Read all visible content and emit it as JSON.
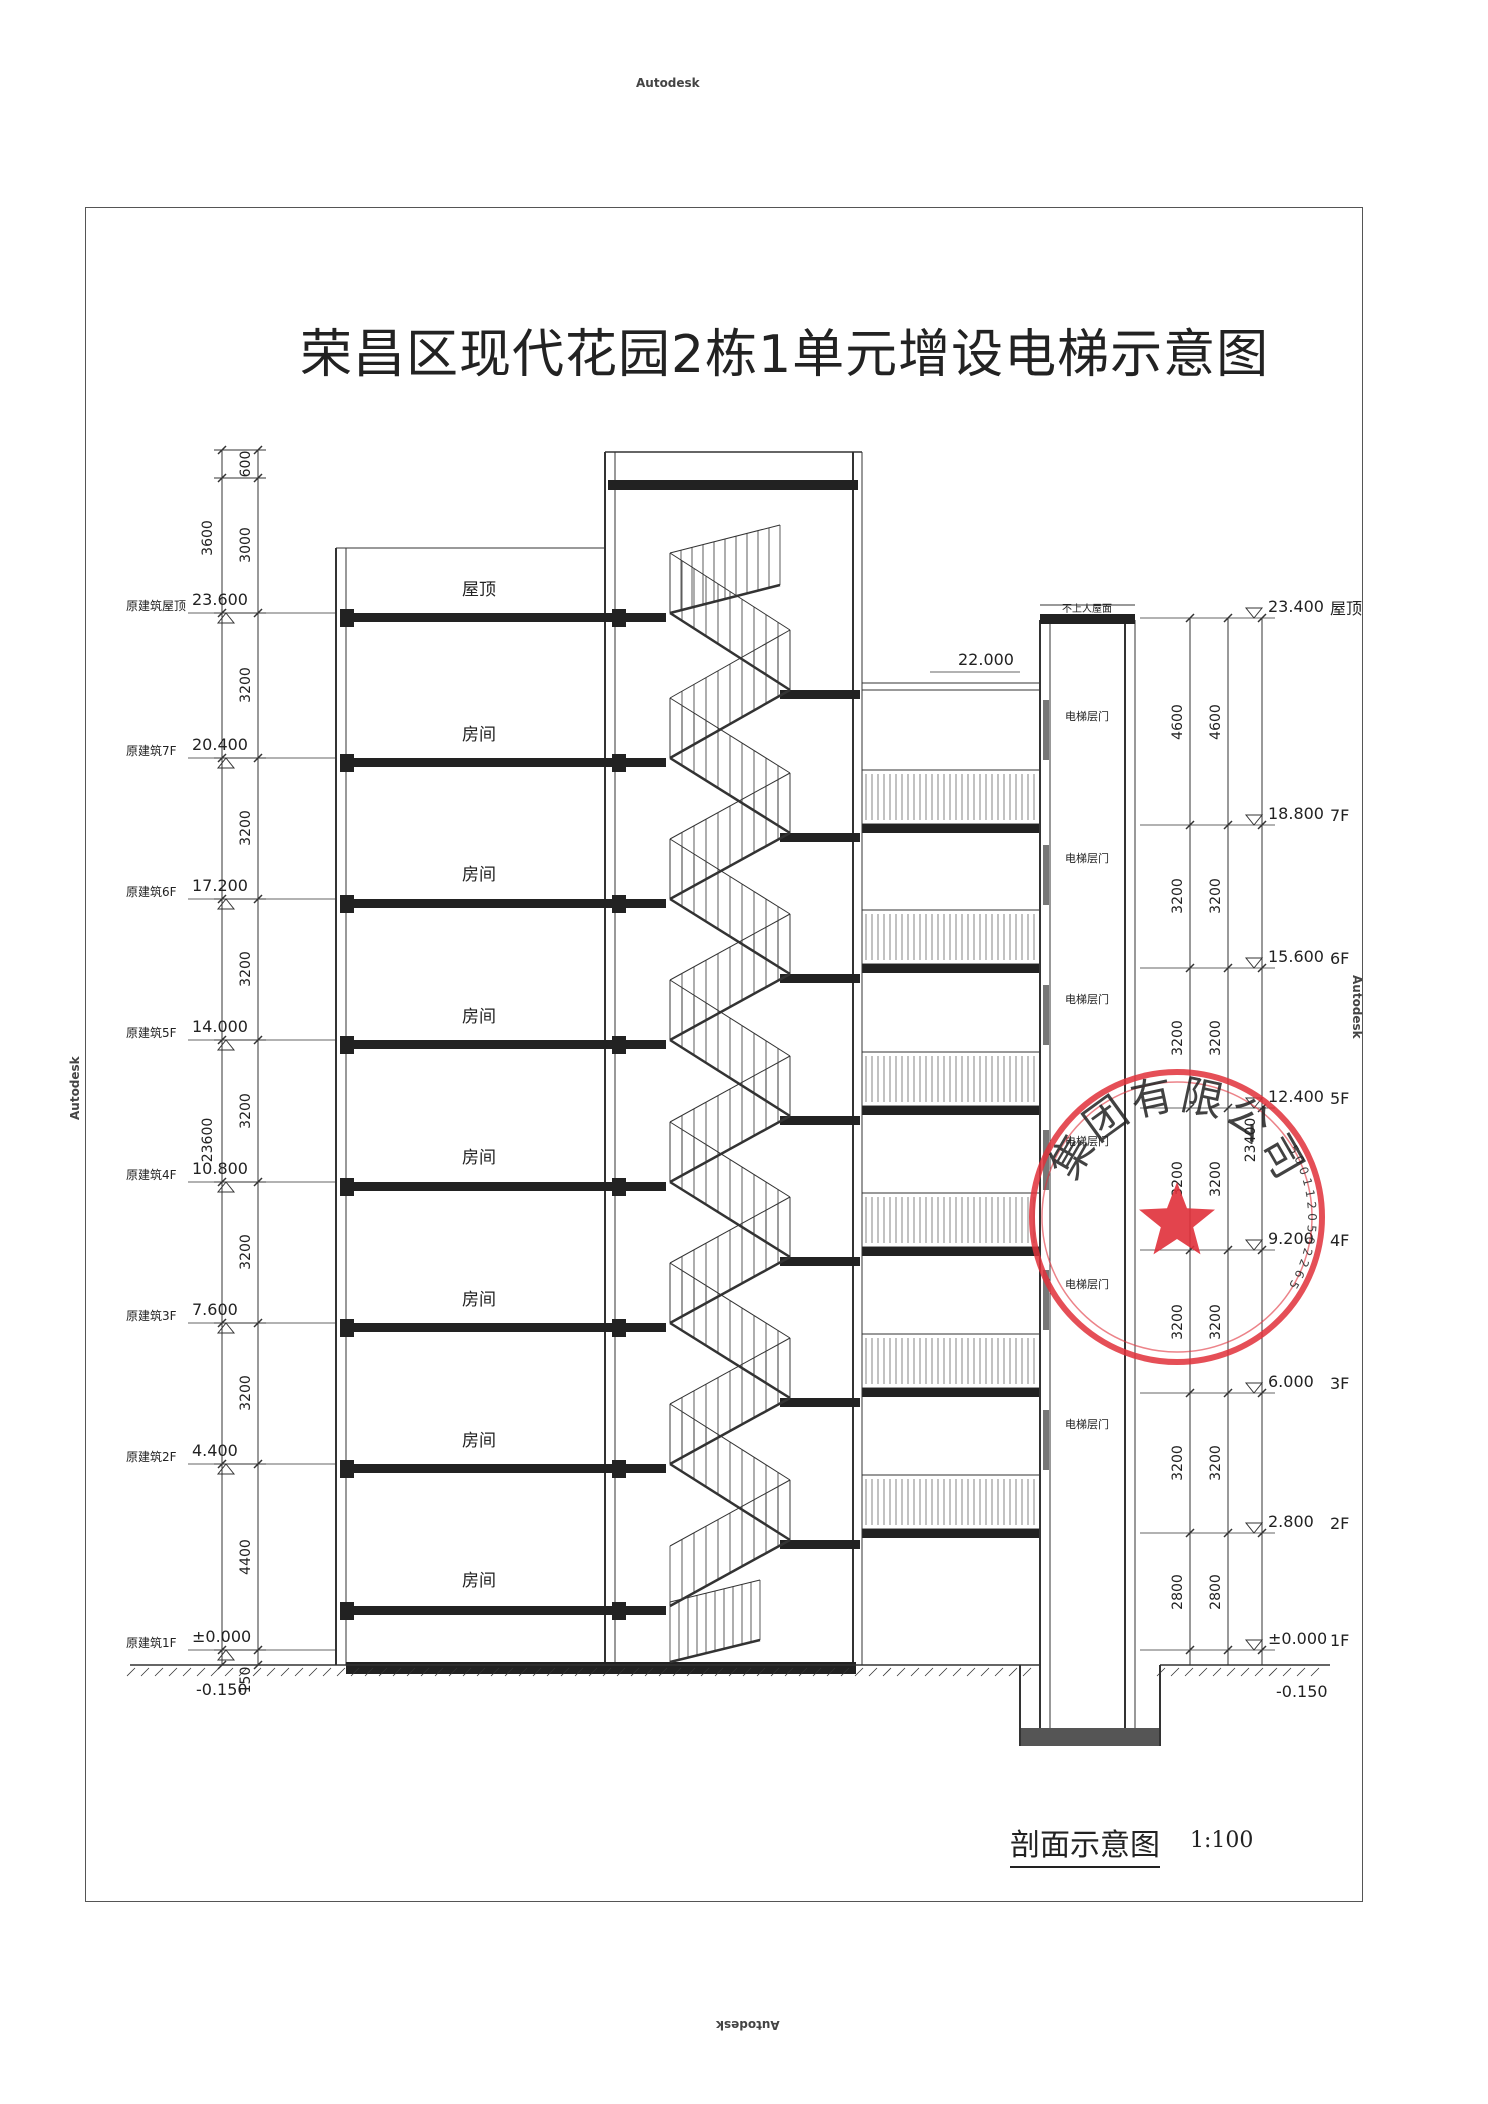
{
  "watermark": "Autodesk",
  "title": "荣昌区现代花园2栋1单元增设电梯示意图",
  "caption": "剖面示意图",
  "scale": "1:100",
  "left_dims_outer": [
    "3600",
    "23600"
  ],
  "left_dims_inner": [
    "600",
    "3000",
    "3200",
    "3200",
    "3200",
    "3200",
    "3200",
    "3200",
    "4400",
    "150"
  ],
  "left_levels": [
    {
      "label": "原建筑屋顶",
      "elev": "23.600"
    },
    {
      "label": "原建筑7F",
      "elev": "20.400"
    },
    {
      "label": "原建筑6F",
      "elev": "17.200"
    },
    {
      "label": "原建筑5F",
      "elev": "14.000"
    },
    {
      "label": "原建筑4F",
      "elev": "10.800"
    },
    {
      "label": "原建筑3F",
      "elev": "7.600"
    },
    {
      "label": "原建筑2F",
      "elev": "4.400"
    },
    {
      "label": "原建筑1F",
      "elev": "±0.000"
    }
  ],
  "left_ground": "-0.150",
  "roof_label": "屋顶",
  "room_label": "房间",
  "corridor_roof_elev": "22.000",
  "shaft_top_label": "不上人屋面",
  "door_label": "电梯层门",
  "right_levels": [
    {
      "elev": "23.400",
      "label": "屋顶"
    },
    {
      "elev": "18.800",
      "label": "7F"
    },
    {
      "elev": "15.600",
      "label": "6F"
    },
    {
      "elev": "12.400",
      "label": "5F"
    },
    {
      "elev": "9.200",
      "label": "4F"
    },
    {
      "elev": "6.000",
      "label": "3F"
    },
    {
      "elev": "2.800",
      "label": "2F"
    },
    {
      "elev": "±0.000",
      "label": "1F"
    }
  ],
  "right_ground": "-0.150",
  "right_dims_inner": [
    "4600",
    "3200",
    "3200",
    "3200",
    "3200",
    "3200",
    "2800"
  ],
  "right_dim_total": "23400",
  "seal_text": "集团有限公司",
  "seal_number": "5001120502265",
  "seal_color": "#e0303a"
}
